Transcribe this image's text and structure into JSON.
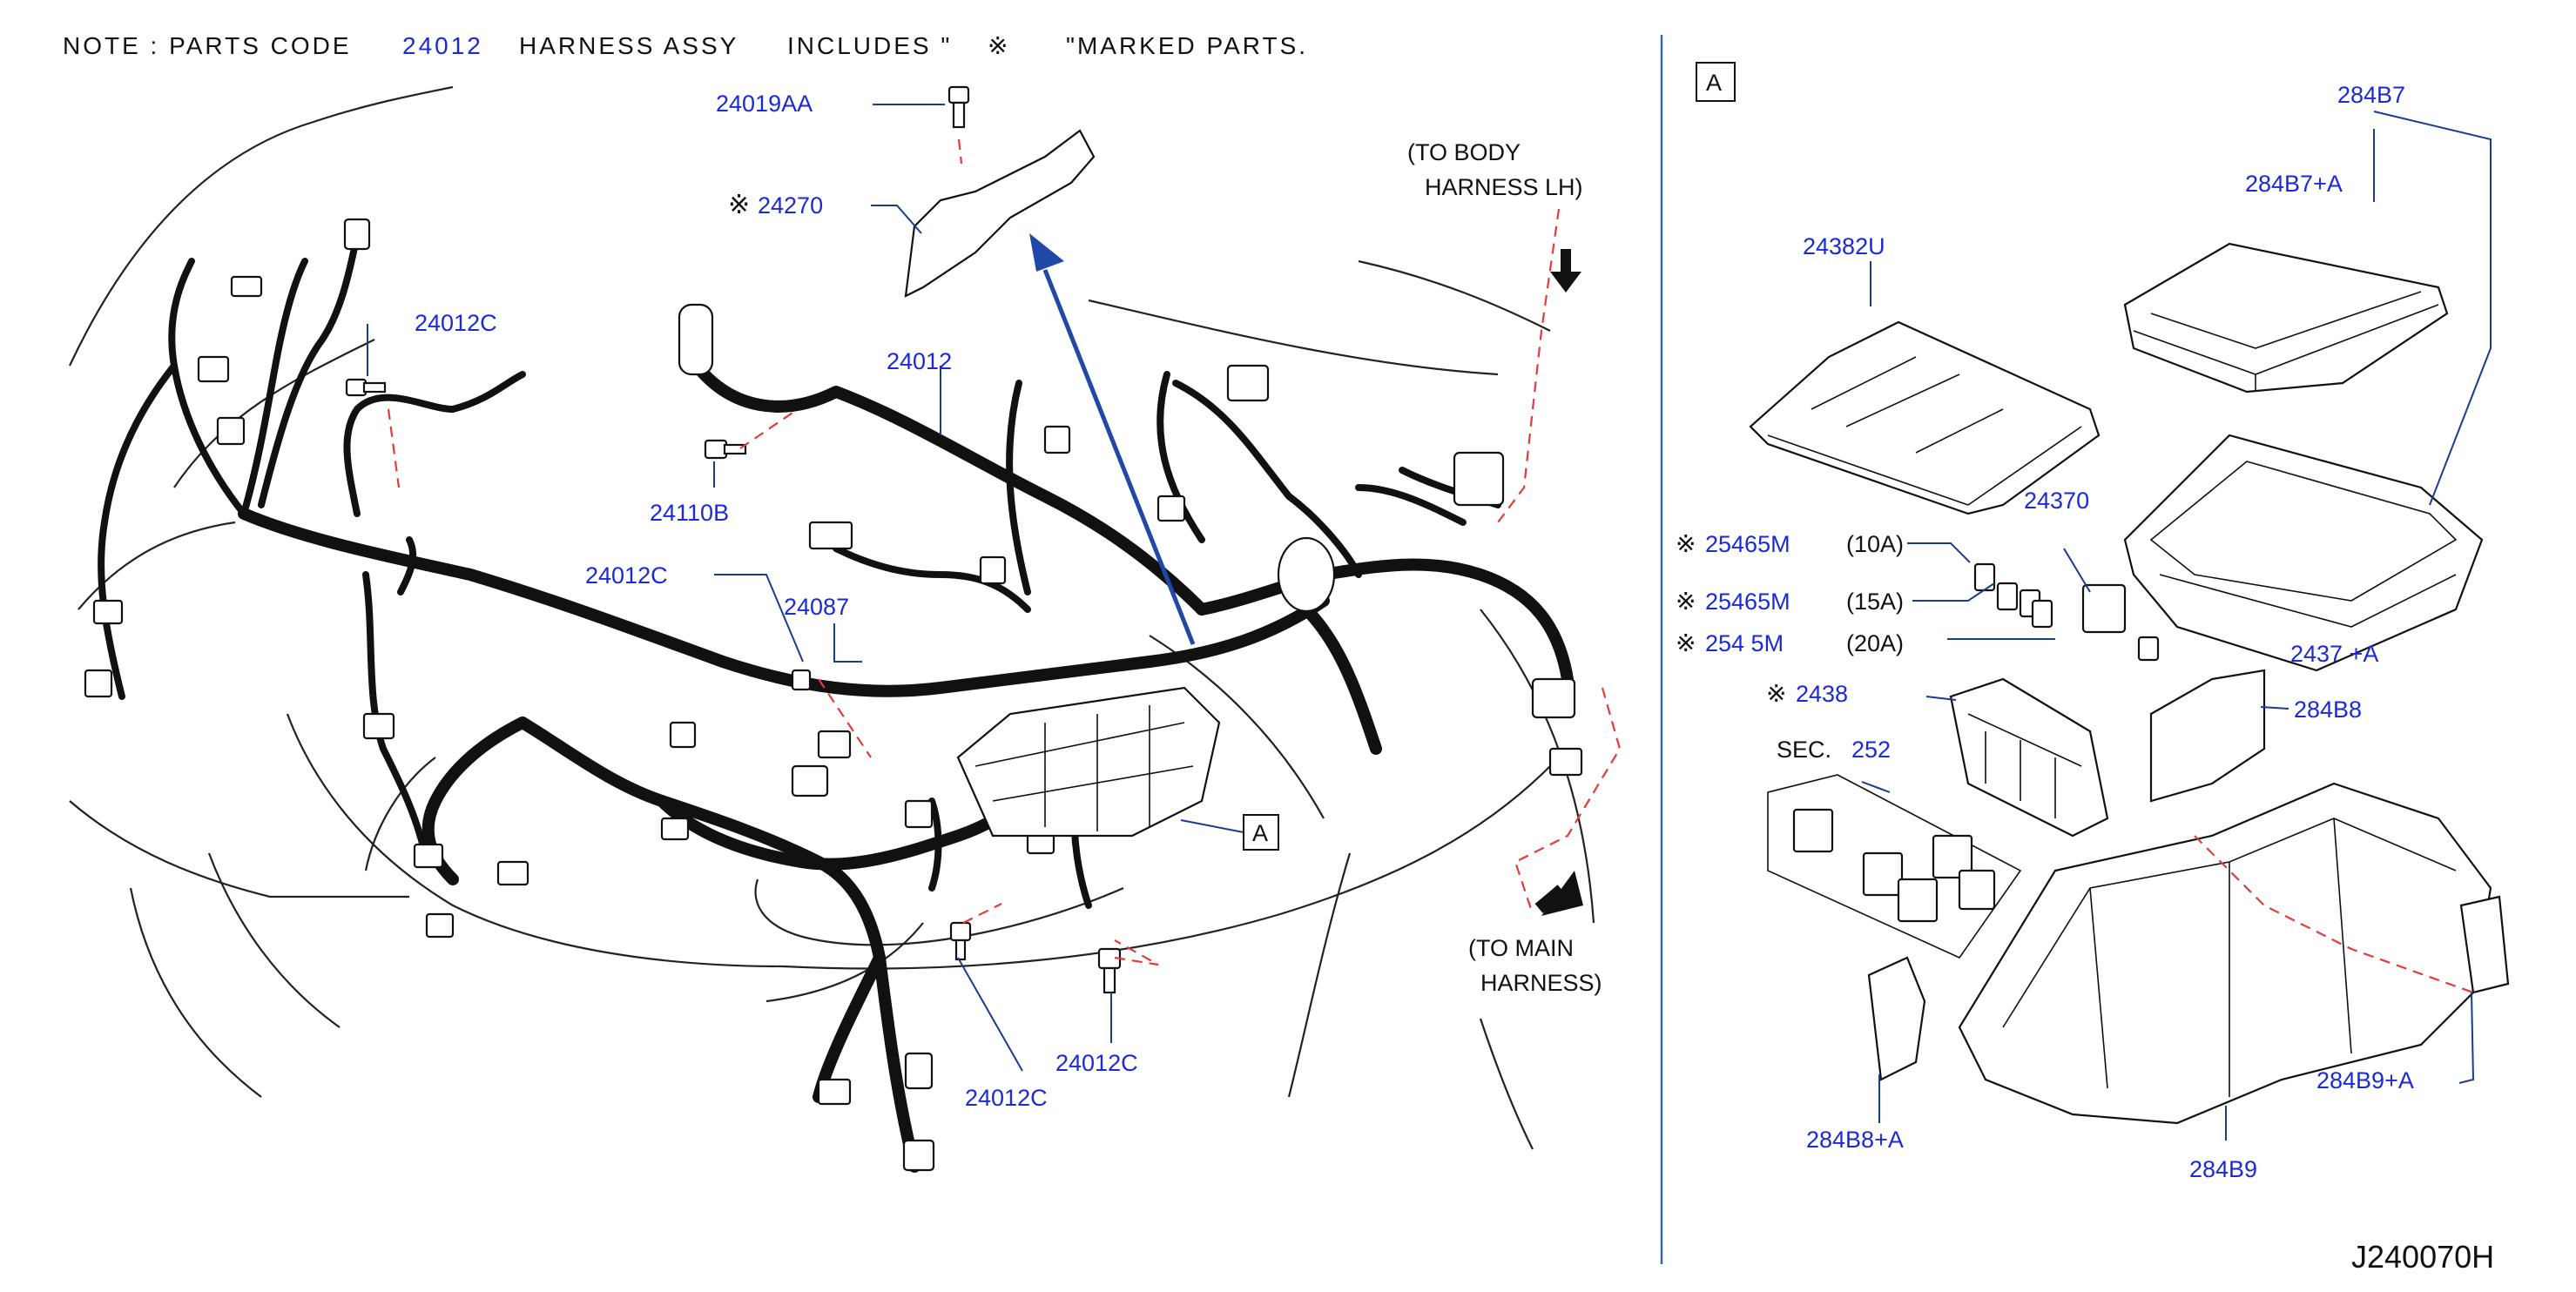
{
  "note": {
    "prefix": "NOTE : PARTS CODE",
    "code": "24012",
    "middle": "HARNESS ASSY",
    "includes": "INCLUDES \"",
    "symbol": "※",
    "suffix": "\"MARKED PARTS."
  },
  "left_labels": {
    "p24019AA": "24019AA",
    "p24270": "24270",
    "p24012C_a": "24012C",
    "p24012": "24012",
    "p24110B": "24110B",
    "p24012C_b": "24012C",
    "p24087": "24087",
    "p24012C_c": "24012C",
    "p24012C_d": "24012C",
    "callout_A": "A"
  },
  "marker_symbol": "※",
  "to_body": {
    "line1": "(TO  BODY",
    "line2": "HARNESS  LH)"
  },
  "to_main": {
    "line1": "(TO  MAIN",
    "line2": "HARNESS)"
  },
  "right_labels": {
    "detail_tag": "A",
    "p284B7": "284B7",
    "p284B7A": "284B7+A",
    "p24382U": "24382U",
    "p24370": "24370",
    "fuse1_code": "25465M",
    "fuse1_rating": "(10A)",
    "fuse2_code": "25465M",
    "fuse2_rating": "(15A)",
    "fuse3_code": "254  5M",
    "fuse3_rating": "(20A)",
    "p2437A": "2437  +A",
    "p2438": "2438",
    "p284B8": "284B8",
    "sec_label": "SEC.",
    "sec_num": "252",
    "p284B8A": "284B8+A",
    "p284B9A": "284B9+A",
    "p284B9": "284B9"
  },
  "diagram_code": "J240070H",
  "colors": {
    "label_blue": "#1a2bd6",
    "leader_red": "#e23b3b",
    "arrow_blue": "#1f48a8",
    "divider_blue": "#3a64b8"
  }
}
